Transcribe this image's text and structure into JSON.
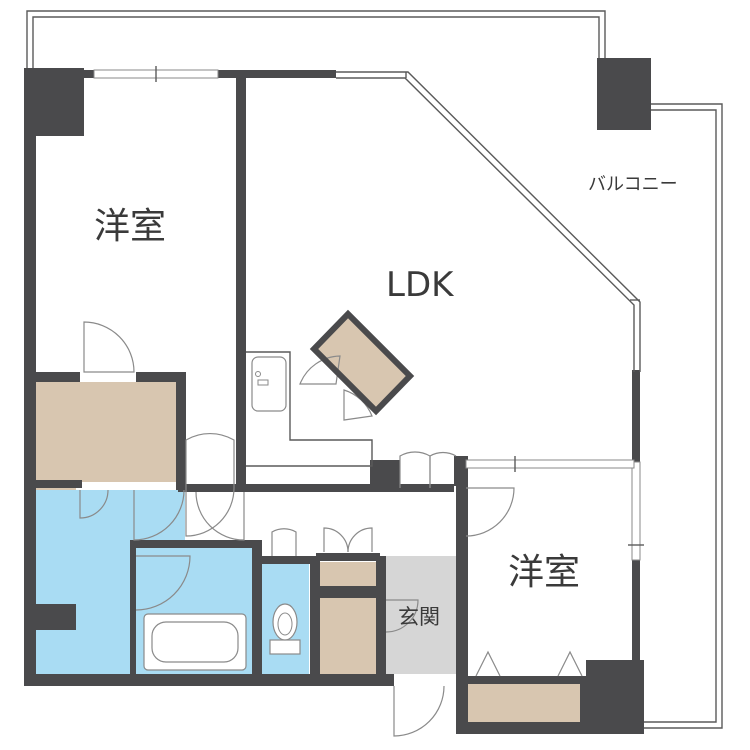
{
  "rooms": {
    "western_room_1": "洋室",
    "ldk": "LDK",
    "balcony": "バルコニー",
    "western_room_2": "洋室",
    "entrance": "玄関"
  },
  "colors": {
    "wall": "#4a4a4c",
    "storage": "#d8c6b0",
    "wet_area": "#a9dcf3",
    "entrance_floor": "#d6d6d6",
    "floor": "#ffffff"
  }
}
